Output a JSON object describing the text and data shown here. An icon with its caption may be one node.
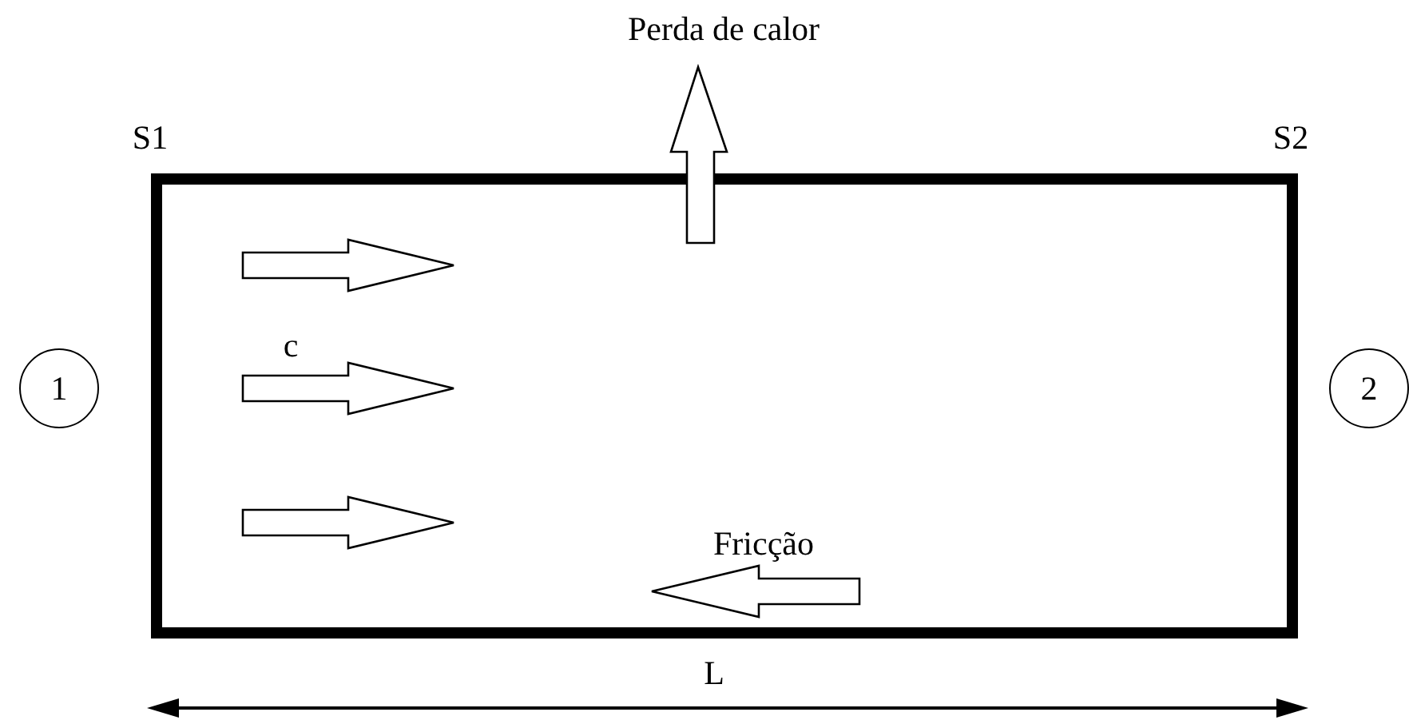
{
  "diagram": {
    "nodes": [
      {
        "text": [
          "1"
        ]
      },
      {
        "text": [
          "2"
        ]
      }
    ],
    "labels": [
      "Perda de calor",
      "S1",
      "S2",
      "c",
      "Fricção",
      "L"
    ]
  }
}
